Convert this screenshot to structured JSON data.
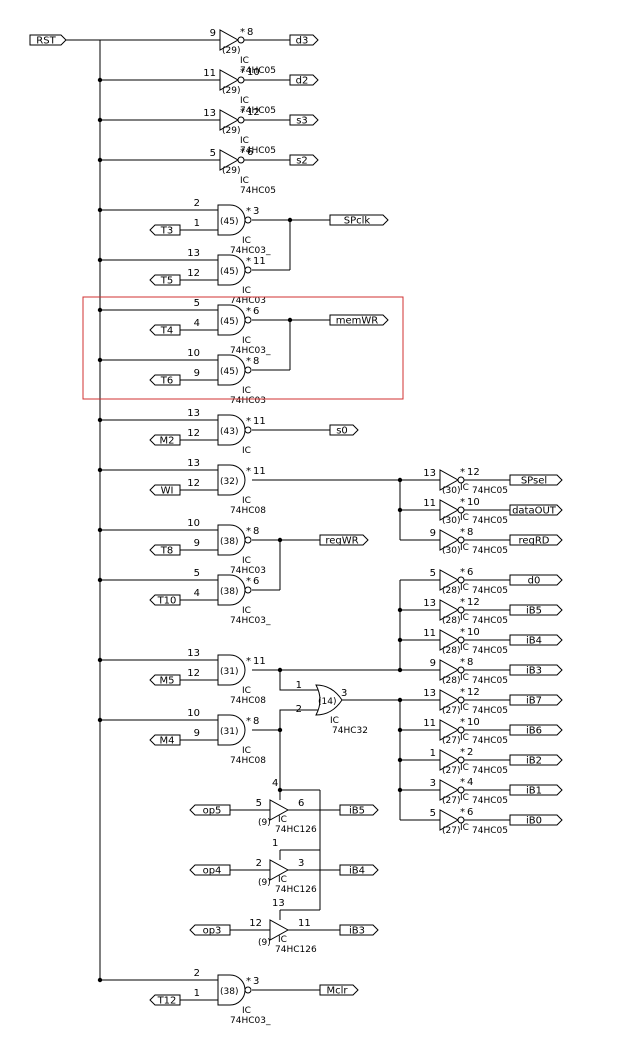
{
  "reset_signal": "RST",
  "hc05_top": [
    {
      "in_pin": "9",
      "out_pin": "8",
      "unit": "(29)",
      "ic": "IC",
      "part": "74HC05",
      "out": "d3"
    },
    {
      "in_pin": "11",
      "out_pin": "10",
      "unit": "(29)",
      "ic": "IC",
      "part": "74HC05",
      "out": "d2"
    },
    {
      "in_pin": "13",
      "out_pin": "12",
      "unit": "(29)",
      "ic": "IC",
      "part": "74HC05",
      "out": "s3"
    },
    {
      "in_pin": "5",
      "out_pin": "6",
      "unit": "(29)",
      "ic": "IC",
      "part": "74HC05",
      "out": "s2"
    }
  ],
  "nand_gates": [
    {
      "pin_a": "2",
      "pin_b": "1",
      "out_pin": "3",
      "input": "T3",
      "unit": "(45)",
      "ic": "IC",
      "part": "74HC03_"
    },
    {
      "pin_a": "13",
      "pin_b": "12",
      "out_pin": "11",
      "input": "T5",
      "unit": "(45)",
      "ic": "IC",
      "part": "74HC03"
    },
    {
      "pin_a": "5",
      "pin_b": "4",
      "out_pin": "6",
      "input": "T4",
      "unit": "(45)",
      "ic": "IC",
      "part": "74HC03_"
    },
    {
      "pin_a": "10",
      "pin_b": "9",
      "out_pin": "8",
      "input": "T6",
      "unit": "(45)",
      "ic": "IC",
      "part": "74HC03"
    },
    {
      "pin_a": "13",
      "pin_b": "12",
      "out_pin": "11",
      "input": "M2",
      "unit": "(43)",
      "ic": "IC",
      "part": ""
    },
    {
      "pin_a": "13",
      "pin_b": "12",
      "out_pin": "11",
      "input": "WI",
      "unit": "(32)",
      "ic": "IC",
      "part": "74HC08"
    },
    {
      "pin_a": "10",
      "pin_b": "9",
      "out_pin": "8",
      "input": "T8",
      "unit": "(38)",
      "ic": "IC",
      "part": "74HC03"
    },
    {
      "pin_a": "5",
      "pin_b": "4",
      "out_pin": "6",
      "input": "T10",
      "unit": "(38)",
      "ic": "IC",
      "part": "74HC03_"
    },
    {
      "pin_a": "13",
      "pin_b": "12",
      "out_pin": "11",
      "input": "M5",
      "unit": "(31)",
      "ic": "IC",
      "part": "74HC08"
    },
    {
      "pin_a": "10",
      "pin_b": "9",
      "out_pin": "8",
      "input": "M4",
      "unit": "(31)",
      "ic": "IC",
      "part": "74HC08"
    },
    {
      "pin_a": "2",
      "pin_b": "1",
      "out_pin": "3",
      "input": "T12",
      "unit": "(38)",
      "ic": "IC",
      "part": "74HC03_"
    }
  ],
  "nets": {
    "spclk": "SPclk",
    "memwr": "memWR",
    "s0": "s0",
    "regwr": "regWR",
    "mclr": "Mclr"
  },
  "or_gate": {
    "pin_a": "1",
    "pin_b": "2",
    "out_pin": "3",
    "unit": "(14)",
    "ic": "IC",
    "part": "74HC32"
  },
  "hc05_right": [
    {
      "in_pin": "13",
      "out_pin": "12",
      "unit": "(30)",
      "ic": "IC",
      "part": "74HC05",
      "out": "SPsel"
    },
    {
      "in_pin": "11",
      "out_pin": "10",
      "unit": "(30)",
      "ic": "IC",
      "part": "74HC05",
      "out": "dataOUT"
    },
    {
      "in_pin": "9",
      "out_pin": "8",
      "unit": "(30)",
      "ic": "IC",
      "part": "74HC05",
      "out": "regRD"
    },
    {
      "in_pin": "5",
      "out_pin": "6",
      "unit": "(28)",
      "ic": "IC",
      "part": "74HC05",
      "out": "d0"
    },
    {
      "in_pin": "13",
      "out_pin": "12",
      "unit": "(28)",
      "ic": "IC",
      "part": "74HC05",
      "out": "iB5"
    },
    {
      "in_pin": "11",
      "out_pin": "10",
      "unit": "(28)",
      "ic": "IC",
      "part": "74HC05",
      "out": "iB4"
    },
    {
      "in_pin": "9",
      "out_pin": "8",
      "unit": "(28)",
      "ic": "IC",
      "part": "74HC05",
      "out": "iB3"
    },
    {
      "in_pin": "13",
      "out_pin": "12",
      "unit": "(27)",
      "ic": "IC",
      "part": "74HC05",
      "out": "iB7"
    },
    {
      "in_pin": "11",
      "out_pin": "10",
      "unit": "(27)",
      "ic": "IC",
      "part": "74HC05",
      "out": "iB6"
    },
    {
      "in_pin": "1",
      "out_pin": "2",
      "unit": "(27)",
      "ic": "IC",
      "part": "74HC05",
      "out": "iB2"
    },
    {
      "in_pin": "3",
      "out_pin": "4",
      "unit": "(27)",
      "ic": "IC",
      "part": "74HC05",
      "out": "iB1"
    },
    {
      "in_pin": "5",
      "out_pin": "6",
      "unit": "(27)",
      "ic": "IC",
      "part": "74HC05",
      "out": "iB0"
    }
  ],
  "buffers": [
    {
      "in_pin": "5",
      "out_pin": "6",
      "en_pin": "4",
      "input": "op5",
      "unit": "(9)",
      "ic": "IC",
      "part": "74HC126",
      "out": "iB5"
    },
    {
      "in_pin": "2",
      "out_pin": "3",
      "en_pin": "1",
      "input": "op4",
      "unit": "(9)",
      "ic": "IC",
      "part": "74HC126",
      "out": "iB4"
    },
    {
      "in_pin": "12",
      "out_pin": "11",
      "en_pin": "13",
      "input": "op3",
      "unit": "(9)",
      "ic": "IC",
      "part": "74HC126",
      "out": "iB3"
    }
  ],
  "star": "*",
  "highlight_color": "#d03030"
}
